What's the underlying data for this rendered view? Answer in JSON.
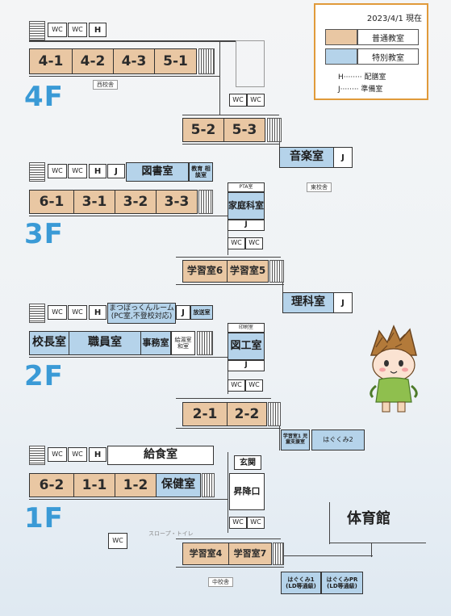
{
  "legend": {
    "date": "2023/4/1 現在",
    "regular_label": "普通教室",
    "special_label": "特別教室",
    "h_label": "H········ 配膳室",
    "j_label": "J········ 準備室",
    "regular_color": "#e9c7a3",
    "special_color": "#b5d3ea"
  },
  "floors": {
    "f4": {
      "label": "4F",
      "wc1": "WC",
      "wc2": "WC",
      "h": "H",
      "rooms": [
        "4-1",
        "4-2",
        "4-3",
        "5-1"
      ],
      "building_tag": "西校舎",
      "wc3": "WC",
      "wc4": "WC",
      "east_rooms": [
        "5-2",
        "5-3"
      ],
      "music": "音楽室",
      "music_j": "J",
      "east_tag": "東校舎"
    },
    "f3": {
      "label": "3F",
      "wc1": "WC",
      "wc2": "WC",
      "h": "H",
      "j": "J",
      "library": "図書室",
      "materials": "教育 相談室",
      "rooms": [
        "6-1",
        "3-1",
        "3-2",
        "3-3"
      ],
      "pta": "PTA室",
      "home_ec": "家庭科室",
      "home_ec_j": "J",
      "wc3": "WC",
      "wc4": "WC",
      "study6": "学習室6",
      "study5": "学習室5",
      "science": "理科室",
      "science_j": "J"
    },
    "f2": {
      "label": "2F",
      "wc1": "WC",
      "wc2": "WC",
      "h": "H",
      "matsubokkun": "まつぼっくんルーム",
      "matsubokkun_sub": "(PC室,不登校対応)",
      "j": "J",
      "broadcast": "放送室",
      "principal": "校長室",
      "staff": "職員室",
      "office": "事務室",
      "reception": "給湯室 和室",
      "print": "印刷室",
      "art": "図工室",
      "art_j": "J",
      "wc3": "WC",
      "wc4": "WC",
      "rooms": [
        "2-1",
        "2-2"
      ],
      "study1": "学習室1 児童支援室",
      "hagukumi2": "はぐくみ2"
    },
    "f1": {
      "label": "1F",
      "wc1": "WC",
      "wc2": "WC",
      "h": "H",
      "kitchen": "給食室",
      "rooms": [
        "6-2",
        "1-1",
        "1-2"
      ],
      "nurse": "保健室",
      "entrance": "玄関",
      "lockers": "昇降口",
      "wc3": "WC",
      "wc4": "WC",
      "wc5": "WC",
      "slope": "スロープ・トイレ",
      "study4": "学習室4",
      "study7": "学習室7",
      "center_tag": "中校舎",
      "gym": "体育館",
      "hagukumi1": "はぐくみ1 (LD等通級)",
      "hagukumi_pr": "はぐくみPR (LD等通級)"
    }
  }
}
